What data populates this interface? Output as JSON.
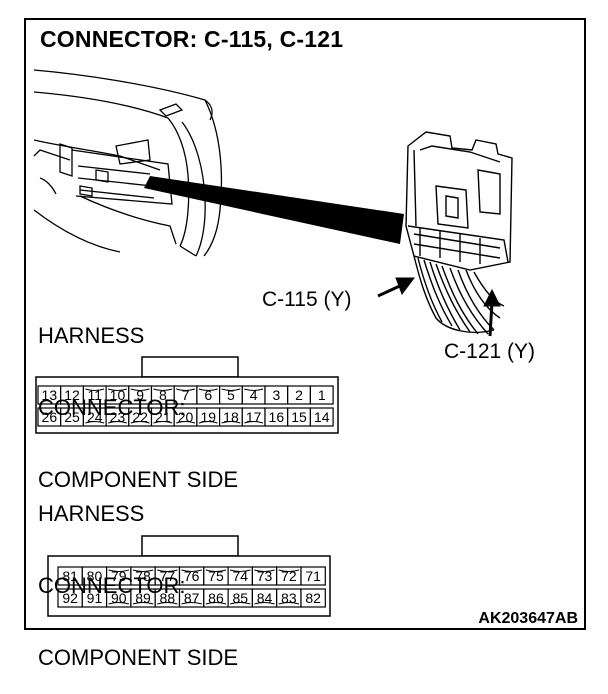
{
  "title": "CONNECTOR: C-115, C-121",
  "figure_code": "AK203647AB",
  "callouts": {
    "c115": "C-115 (Y)",
    "c121": "C-121 (Y)"
  },
  "connector_a": {
    "label": [
      "HARNESS",
      "CONNECTOR:",
      "COMPONENT SIDE"
    ],
    "top_row": [
      "13",
      "12",
      "11",
      "10",
      "9",
      "8",
      "7",
      "6",
      "5",
      "4",
      "3",
      "2",
      "1"
    ],
    "bottom_row": [
      "26",
      "25",
      "24",
      "23",
      "22",
      "21",
      "20",
      "19",
      "18",
      "17",
      "16",
      "15",
      "14"
    ],
    "shaded_top": [
      "11",
      "10",
      "9",
      "8",
      "7",
      "6",
      "5",
      "4"
    ],
    "shaded_bottom": [
      "24",
      "23",
      "22",
      "21",
      "20",
      "19",
      "18",
      "17"
    ]
  },
  "connector_b": {
    "label": [
      "HARNESS",
      "CONNECTOR:",
      "COMPONENT SIDE"
    ],
    "top_row": [
      "81",
      "80",
      "79",
      "78",
      "77",
      "76",
      "75",
      "74",
      "73",
      "72",
      "71"
    ],
    "bottom_row": [
      "92",
      "91",
      "90",
      "89",
      "88",
      "87",
      "86",
      "85",
      "84",
      "83",
      "82"
    ],
    "shaded_top": [
      "79",
      "78",
      "77",
      "76",
      "75",
      "74",
      "73",
      "72"
    ],
    "shaded_bottom": [
      "90",
      "89",
      "88",
      "87",
      "86",
      "85",
      "84",
      "83"
    ]
  }
}
